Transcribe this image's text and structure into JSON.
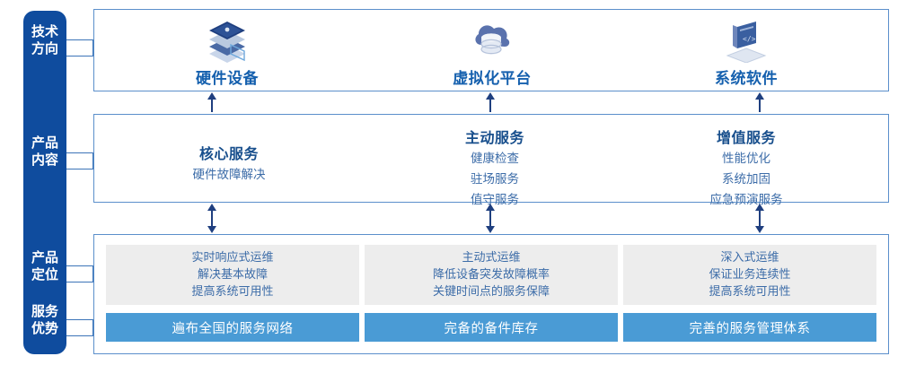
{
  "colors": {
    "sidebar_blue": "#0F4C9E",
    "box_border": "#5B8FCB",
    "title_blue": "#1560AE",
    "content_title": "#174E8C",
    "body_blue": "#3C6CA8",
    "card_gray": "#EDEDED",
    "bar_blue": "#4A9BD5",
    "arrow_blue": "#1F3F7F"
  },
  "sidebar": {
    "items": [
      {
        "id": "tech-direction",
        "lines": [
          "技术",
          "方向"
        ]
      },
      {
        "id": "product-content",
        "lines": [
          "产品",
          "内容"
        ]
      },
      {
        "id": "product-position",
        "lines": [
          "产品",
          "定位"
        ]
      },
      {
        "id": "service-advantage",
        "lines": [
          "服务",
          "优势"
        ]
      }
    ]
  },
  "tech_row": {
    "columns": [
      {
        "icon": "server-stack-icon",
        "title": "硬件设备"
      },
      {
        "icon": "cloud-database-icon",
        "title": "虚拟化平台"
      },
      {
        "icon": "laptop-code-icon",
        "title": "系统软件"
      }
    ]
  },
  "content_row": {
    "columns": [
      {
        "title": "核心服务",
        "items": [
          "硬件故障解决"
        ]
      },
      {
        "title": "主动服务",
        "items": [
          "健康检查",
          "驻场服务",
          "值守服务"
        ]
      },
      {
        "title": "增值服务",
        "items": [
          "性能优化",
          "系统加固",
          "应急预演服务"
        ]
      }
    ]
  },
  "position_row": {
    "cards": [
      {
        "lines": [
          "实时响应式运维",
          "解决基本故障",
          "提高系统可用性"
        ]
      },
      {
        "lines": [
          "主动式运维",
          "降低设备突发故障概率",
          "关键时间点的服务保障"
        ]
      },
      {
        "lines": [
          "深入式运维",
          "保证业务连续性",
          "提高系统可用性"
        ]
      }
    ]
  },
  "advantage_row": {
    "bars": [
      {
        "label": "遍布全国的服务网络"
      },
      {
        "label": "完备的备件库存"
      },
      {
        "label": "完善的服务管理体系"
      }
    ]
  }
}
